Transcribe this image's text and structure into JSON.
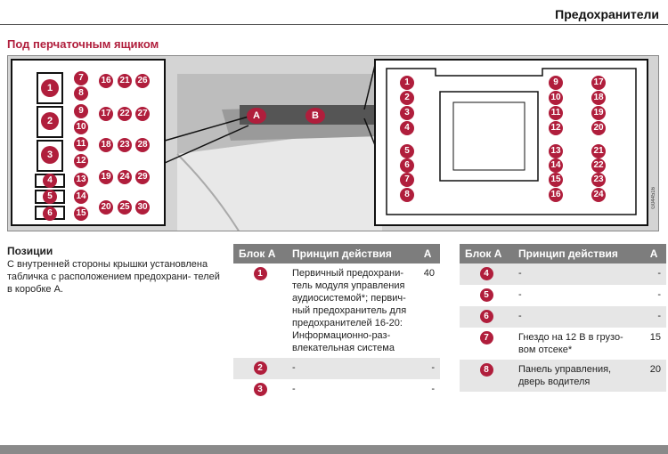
{
  "header": {
    "title": "Предохранители"
  },
  "section_title": "Под перчаточным ящиком",
  "figure": {
    "code": "G044516",
    "block_a": "A",
    "block_b": "B",
    "left_panel_fuses": [
      "1",
      "2",
      "3",
      "4",
      "5",
      "6",
      "7",
      "8",
      "9",
      "10",
      "11",
      "12",
      "13",
      "14",
      "15",
      "16",
      "17",
      "18",
      "19",
      "20",
      "21",
      "22",
      "23",
      "24",
      "25",
      "26",
      "27",
      "28",
      "29",
      "30"
    ],
    "right_panel_fuses": [
      "1",
      "2",
      "3",
      "4",
      "5",
      "6",
      "7",
      "8",
      "9",
      "10",
      "11",
      "12",
      "13",
      "14",
      "15",
      "16",
      "17",
      "18",
      "19",
      "20",
      "21",
      "22",
      "23",
      "24"
    ]
  },
  "positions": {
    "heading": "Позиции",
    "text": "С внутренней стороны крышки установлена табличка с расположением предохрани-\nтелей в коробке А."
  },
  "table_left": {
    "headers": [
      "Блок А",
      "Принцип действия",
      "А"
    ],
    "rows": [
      {
        "num": "1",
        "desc": "Первичный предохрани-\nтель модуля управления аудиосистемой*; первич-\nный предохранитель для предохранителей 16-20: Информационно-раз-\nвлекательная система",
        "amp": "40"
      },
      {
        "num": "2",
        "desc": "-",
        "amp": "-"
      },
      {
        "num": "3",
        "desc": "-",
        "amp": "-"
      }
    ]
  },
  "table_right": {
    "headers": [
      "Блок А",
      "Принцип действия",
      "А"
    ],
    "rows": [
      {
        "num": "4",
        "desc": "-",
        "amp": "-"
      },
      {
        "num": "5",
        "desc": "-",
        "amp": "-"
      },
      {
        "num": "6",
        "desc": "-",
        "amp": "-"
      },
      {
        "num": "7",
        "desc": "Гнездо на 12 В в грузо-\nвом отсеке*",
        "amp": "15"
      },
      {
        "num": "8",
        "desc": "Панель управления, дверь водителя",
        "amp": "20"
      }
    ]
  },
  "colors": {
    "accent": "#b01e3c",
    "table_header": "#7d7d7d",
    "row_shade": "#e6e6e6"
  }
}
